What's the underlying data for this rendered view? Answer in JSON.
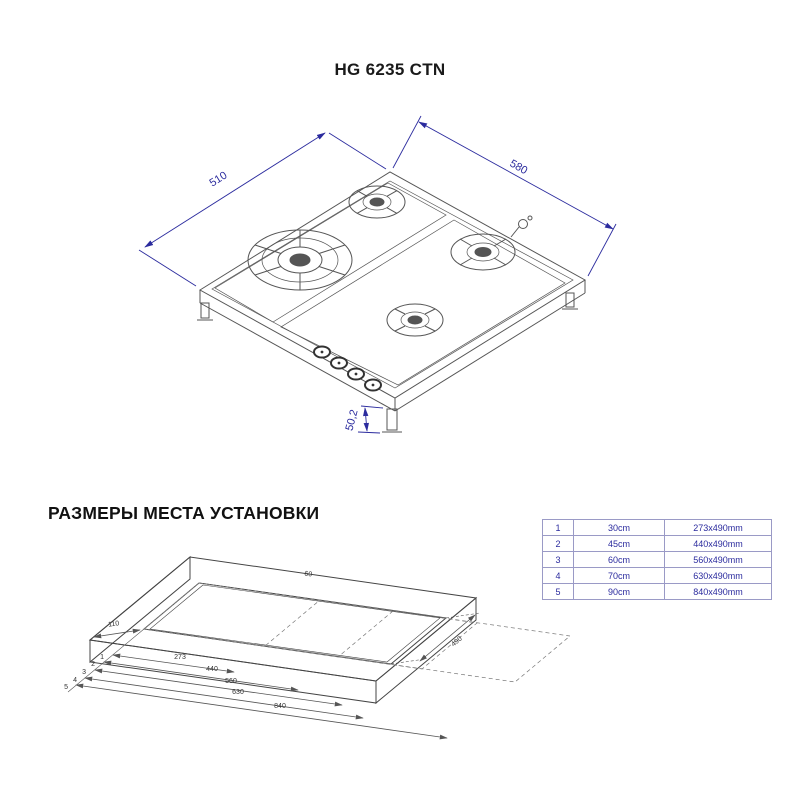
{
  "page": {
    "title": "HG 6235 CTN",
    "section_title": "РАЗМЕРЫ МЕСТА УСТАНОВКИ"
  },
  "colors": {
    "dimension_blue": "#2b2b9e",
    "drawing_line": "#555555",
    "table_border": "#9a9ac6"
  },
  "hob_drawing": {
    "width_label": "510",
    "depth_label": "580",
    "height_label": "50,2"
  },
  "cutout_drawing": {
    "side_offset_label": "110",
    "rear_offset_label": "60",
    "depth_label": "490",
    "width_labels": [
      "273",
      "440",
      "560",
      "630",
      "840"
    ],
    "row_markers": [
      "1",
      "2",
      "3",
      "4",
      "5"
    ]
  },
  "table": {
    "rows": [
      {
        "num": "1",
        "size": "30cm",
        "cutout": "273x490mm"
      },
      {
        "num": "2",
        "size": "45cm",
        "cutout": "440x490mm"
      },
      {
        "num": "3",
        "size": "60cm",
        "cutout": "560x490mm"
      },
      {
        "num": "4",
        "size": "70cm",
        "cutout": "630x490mm"
      },
      {
        "num": "5",
        "size": "90cm",
        "cutout": "840x490mm"
      }
    ]
  }
}
